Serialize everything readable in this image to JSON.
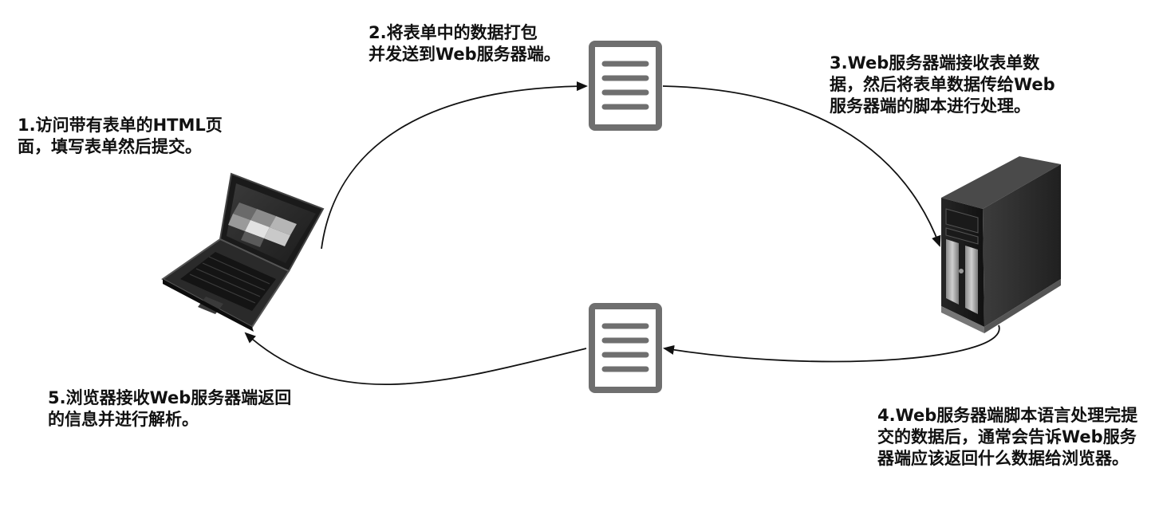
{
  "steps": [
    {
      "lines": [
        "1.访问带有表单的HTML页",
        "面，填写表单然后提交。"
      ]
    },
    {
      "lines": [
        "2.将表单中的数据打包",
        "并发送到Web服务器端。"
      ]
    },
    {
      "lines": [
        "3.Web服务器端接收表单数",
        "据，然后将表单数据传给Web",
        "服务器端的脚本进行处理。"
      ]
    },
    {
      "lines": [
        "4.Web服务器端脚本语言处理完提",
        "交的数据后，通常会告诉Web服务",
        "器端应该返回什么数据给浏览器。"
      ]
    },
    {
      "lines": [
        "5.浏览器接收Web服务器端返回",
        "的信息并进行解析。"
      ]
    }
  ],
  "icons": {
    "client": "laptop-icon",
    "server": "server-tower-icon",
    "request_doc": "document-icon",
    "response_doc": "document-icon"
  }
}
